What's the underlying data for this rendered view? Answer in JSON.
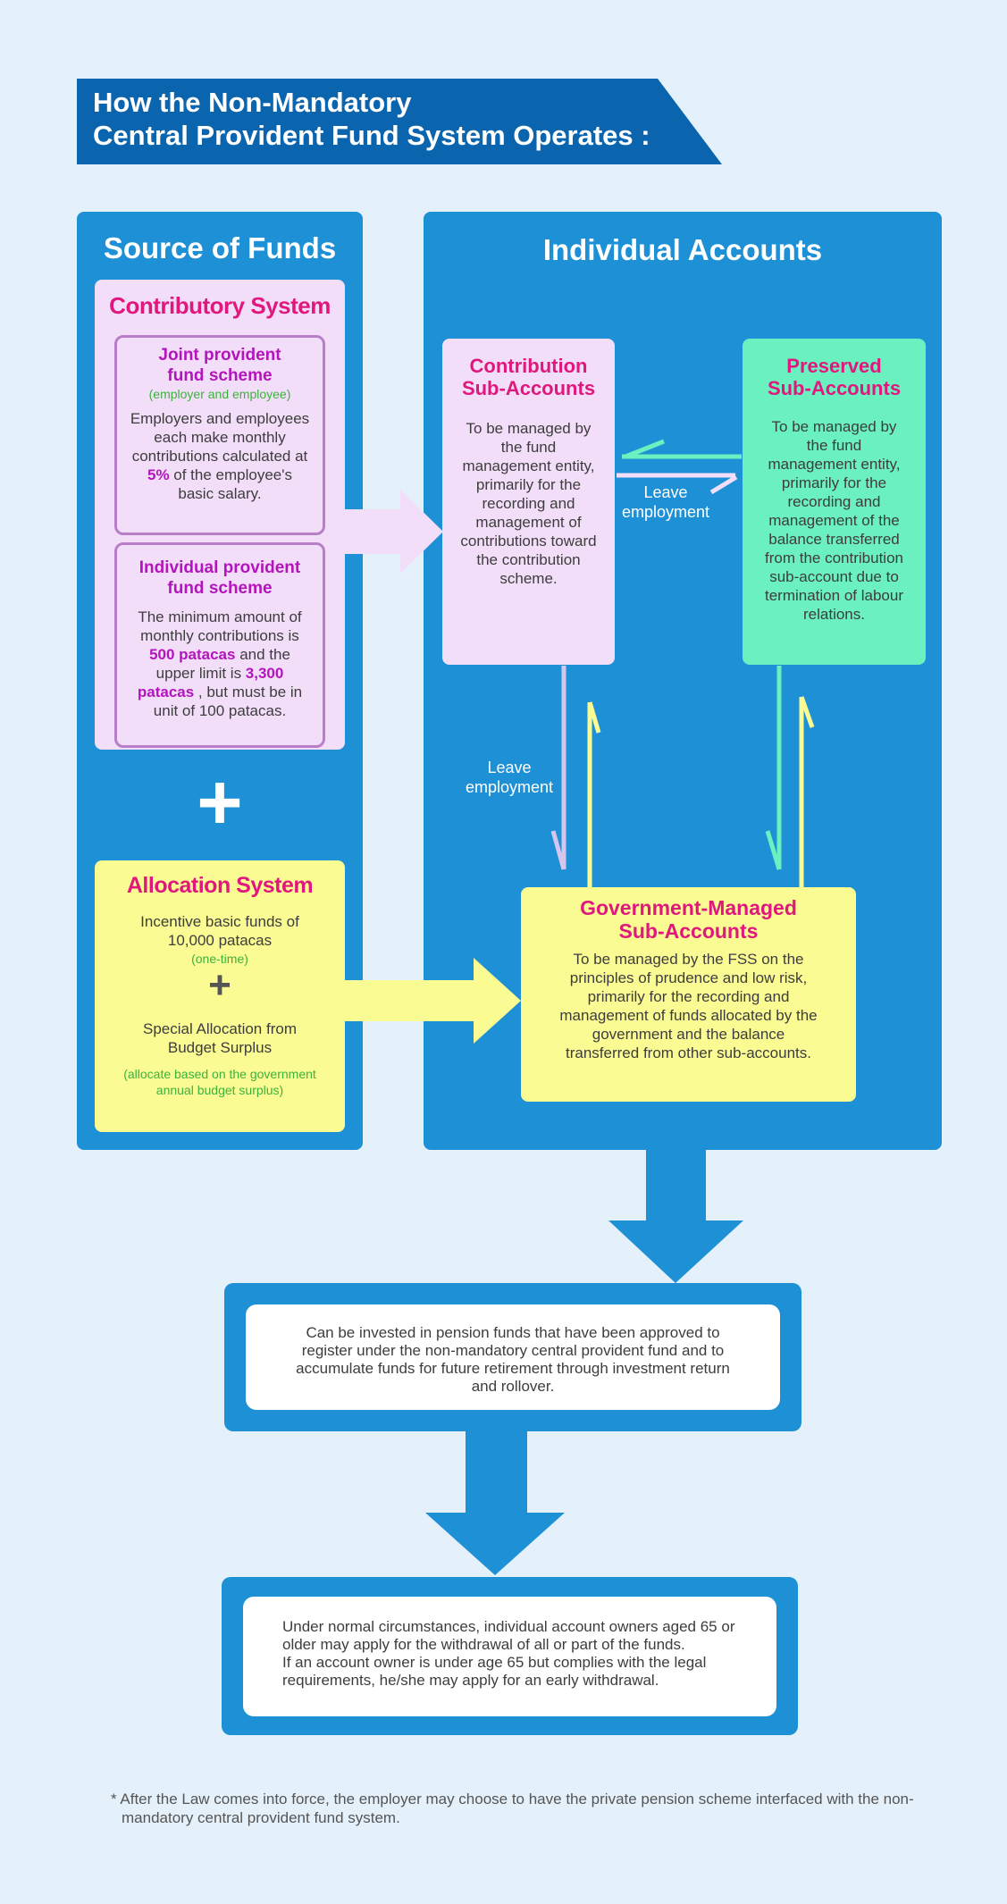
{
  "title": {
    "line1": "How the Non-Mandatory",
    "line2": "Central Provident Fund System Operates :"
  },
  "source_of_funds": {
    "heading": "Source of Funds",
    "contributory": {
      "title": "Contributory System",
      "joint": {
        "title_line1": "Joint provident",
        "title_line2": "fund scheme",
        "note": "(employer and employee)",
        "text_a": "Employers and employees each make monthly contributions calculated at ",
        "highlight": "5%",
        "text_b": " of the employee's basic salary."
      },
      "individual": {
        "title_line1": "Individual provident",
        "title_line2": "fund scheme",
        "text_a": "The minimum amount of monthly contributions is ",
        "hl1": "500 patacas",
        "text_b": " and the upper limit is ",
        "hl2": "3,300 patacas",
        "text_c": " , but must be in unit of 100 patacas."
      }
    },
    "plus_symbol": "+",
    "allocation": {
      "title": "Allocation System",
      "item1": "Incentive basic funds of 10,000 patacas",
      "item1_note": "(one-time)",
      "plus": "+",
      "item2": "Special Allocation from Budget Surplus",
      "item2_note": "(allocate based on the government annual budget surplus)"
    }
  },
  "individual_accounts": {
    "heading": "Individual Accounts",
    "contribution": {
      "title_line1": "Contribution",
      "title_line2": "Sub-Accounts",
      "text": "To be managed by the fund management entity, primarily for the recording and management of contributions toward the contribution scheme."
    },
    "preserved": {
      "title_line1": "Preserved",
      "title_line2": "Sub-Accounts",
      "text": "To be managed by the fund management entity, primarily for the recording and management of the balance transferred from the contribution sub-account due to termination of labour relations."
    },
    "government": {
      "title_line1": "Government-Managed",
      "title_line2": "Sub-Accounts",
      "text": "To be managed by the FSS on the principles of prudence and low risk, primarily for the recording and management of funds allocated by the government and the balance transferred from other sub-accounts."
    },
    "leave_employment_right": "Leave employment",
    "leave_employment_down": "Leave employment"
  },
  "investment_box": {
    "text": "Can be invested in pension funds that have been approved to register under the non-mandatory central provident fund and to accumulate funds for future retirement through investment return and rollover."
  },
  "withdrawal_box": {
    "text1": "Under normal circumstances, individual account owners aged 65 or older may apply for the withdrawal of all or part of the funds.",
    "text2": "If an account owner is under age 65 but complies with the legal requirements, he/she may apply for an early withdrawal."
  },
  "footnote": "* After the Law comes into force, the employer may choose to have the private pension scheme interfaced with the non-mandatory central provident fund system.",
  "colors": {
    "background": "#e4f1fb",
    "panel_blue": "#1e90d6",
    "banner_blue": "#0b65ae",
    "pink": "#f3def9",
    "green": "#6bf0c0",
    "yellow": "#fbfb94",
    "magenta": "#e0187d",
    "purple": "#b314bd"
  }
}
